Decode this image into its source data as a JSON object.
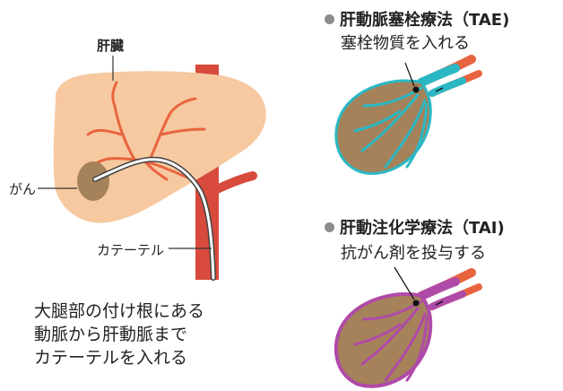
{
  "liver_diagram": {
    "liver_label": "肝臓",
    "cancer_label": "がん",
    "catheter_label": "カテーテル",
    "caption": "大腿部の付け根にある\n動脈から肝動脈まで\nカテーテルを入れる"
  },
  "tae": {
    "title": "肝動脈塞栓療法（TAE)",
    "subtitle": "塞栓物質を入れる"
  },
  "tai": {
    "title": "肝動注化学療法（TAI)",
    "subtitle": "抗がん剤を投与する"
  },
  "colors": {
    "liver": "#f7c9a0",
    "artery": "#d84a3c",
    "vessel": "#e8643f",
    "tumor": "#a5825a",
    "tae_embolic": "#2bb8c4",
    "tai_drug": "#b04aa8",
    "bullet": "#8c8c8c"
  }
}
